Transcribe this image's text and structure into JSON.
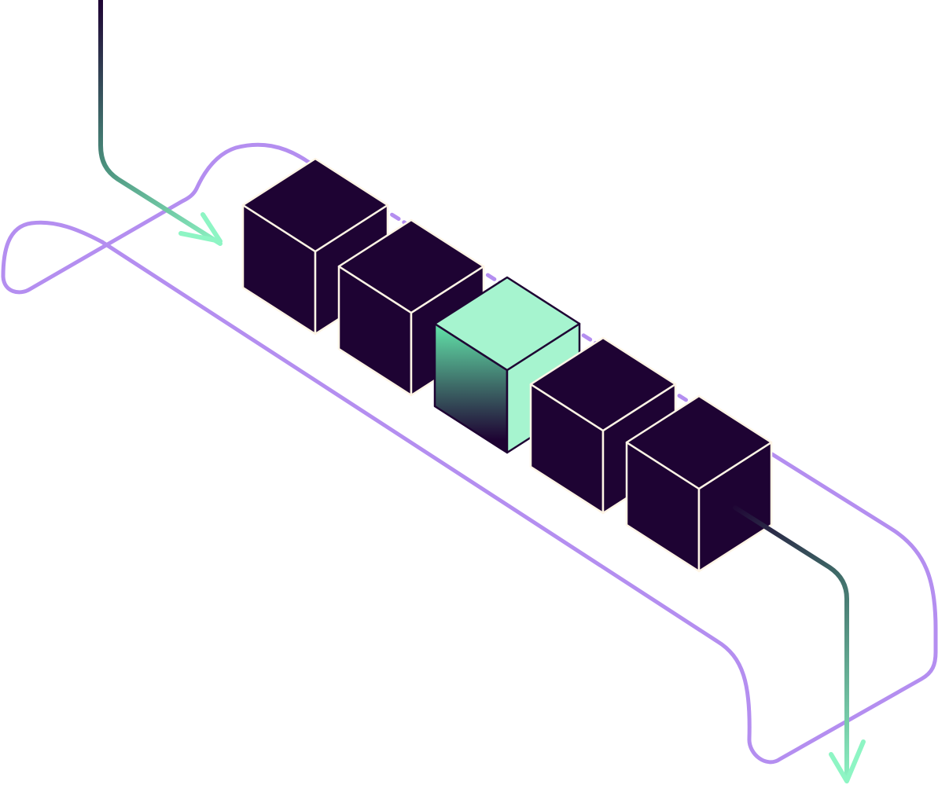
{
  "diagram": {
    "description_free": true,
    "blocks": [
      {
        "id": "block-1",
        "state": "default"
      },
      {
        "id": "block-2",
        "state": "default"
      },
      {
        "id": "block-3",
        "state": "highlighted"
      },
      {
        "id": "block-4",
        "state": "default"
      },
      {
        "id": "block-5",
        "state": "default"
      }
    ],
    "colors": {
      "block_fill": "#1e0333",
      "block_edge": "#fff5e6",
      "highlight_top": "#a6f4cf",
      "highlight_right": "#a6f4cf",
      "highlight_edge": "#1e0333",
      "loop_line": "#b48ef0",
      "flow_start": "#1e0333",
      "flow_mid": "#4a7f74",
      "flow_end": "#8ef5c4"
    }
  }
}
